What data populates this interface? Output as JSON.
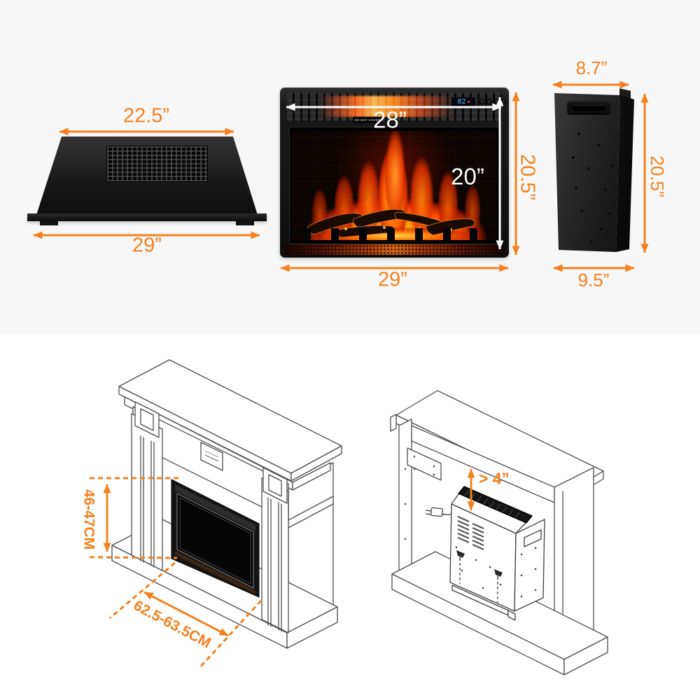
{
  "colors": {
    "accent_orange": "#f5801e",
    "top_band_bg": "#f7f7f7",
    "bottom_bg": "#ffffff"
  },
  "top_section": {
    "back_view": {
      "top_width": "22.5”",
      "bottom_width": "29”"
    },
    "front_view": {
      "inner_width": "28”",
      "inner_height": "20”",
      "outer_height": "20.5”",
      "outer_width": "29”",
      "display_value": "82",
      "warning_label": "DO NOT COVER"
    },
    "side_view": {
      "top_depth": "8.7”",
      "height": "20.5”",
      "bottom_depth": "9.5”"
    }
  },
  "bottom_section": {
    "mantel_front": {
      "opening_height": "46-47CM",
      "opening_width": "62.5-63.5CM"
    },
    "mantel_back": {
      "clearance": "> 4”"
    }
  }
}
